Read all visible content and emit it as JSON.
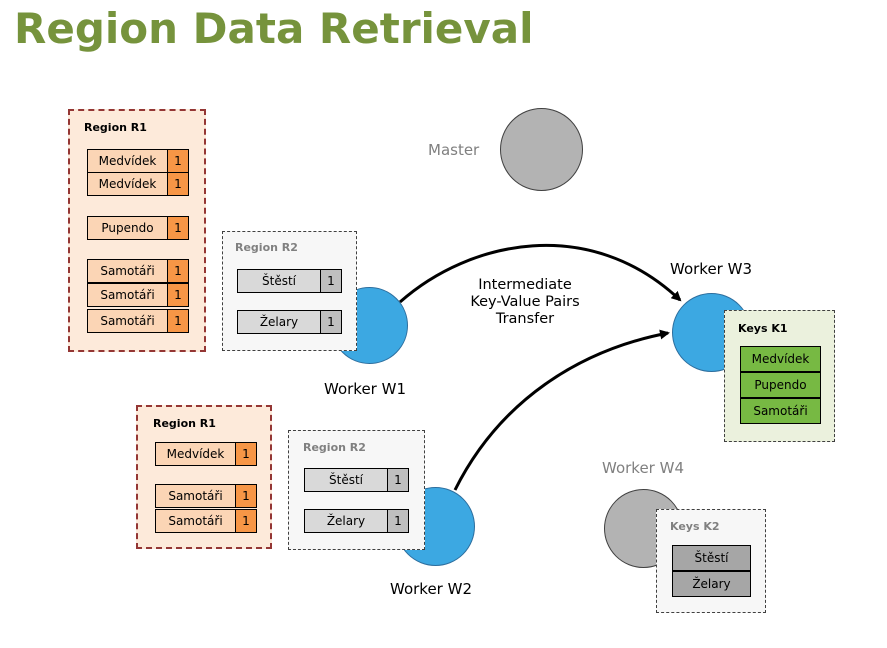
{
  "title": "Region Data Retrieval",
  "master_label": "Master",
  "transfer_label": [
    "Intermediate",
    "Key-Value Pairs",
    "Transfer"
  ],
  "workers": {
    "w1": "Worker W1",
    "w2": "Worker W2",
    "w3": "Worker W3",
    "w4": "Worker W4"
  },
  "w1_region_r1": {
    "title": "Region R1",
    "pairs": [
      {
        "key": "Medvídek",
        "value": "1"
      },
      {
        "key": "Medvídek",
        "value": "1"
      },
      {
        "key": "Pupendo",
        "value": "1"
      },
      {
        "key": "Samotáři",
        "value": "1"
      },
      {
        "key": "Samotáři",
        "value": "1"
      },
      {
        "key": "Samotáři",
        "value": "1"
      }
    ]
  },
  "w1_region_r2": {
    "title": "Region R2",
    "pairs": [
      {
        "key": "Štěstí",
        "value": "1"
      },
      {
        "key": "Želary",
        "value": "1"
      }
    ]
  },
  "w2_region_r1": {
    "title": "Region R1",
    "pairs": [
      {
        "key": "Medvídek",
        "value": "1"
      },
      {
        "key": "Samotáři",
        "value": "1"
      },
      {
        "key": "Samotáři",
        "value": "1"
      }
    ]
  },
  "w2_region_r2": {
    "title": "Region R2",
    "pairs": [
      {
        "key": "Štěstí",
        "value": "1"
      },
      {
        "key": "Želary",
        "value": "1"
      }
    ]
  },
  "keys_k1": {
    "title": "Keys K1",
    "keys": [
      "Medvídek",
      "Pupendo",
      "Samotáři"
    ]
  },
  "keys_k2": {
    "title": "Keys K2",
    "keys": [
      "Štěstí",
      "Želary"
    ]
  },
  "colors": {
    "title": "#76933c",
    "orange_fill": "#f79646",
    "orange_light": "#fbd5b5",
    "worker_blue": "#3ca8e2",
    "green_key": "#77b943",
    "gray_node": "#b3b3b3"
  }
}
